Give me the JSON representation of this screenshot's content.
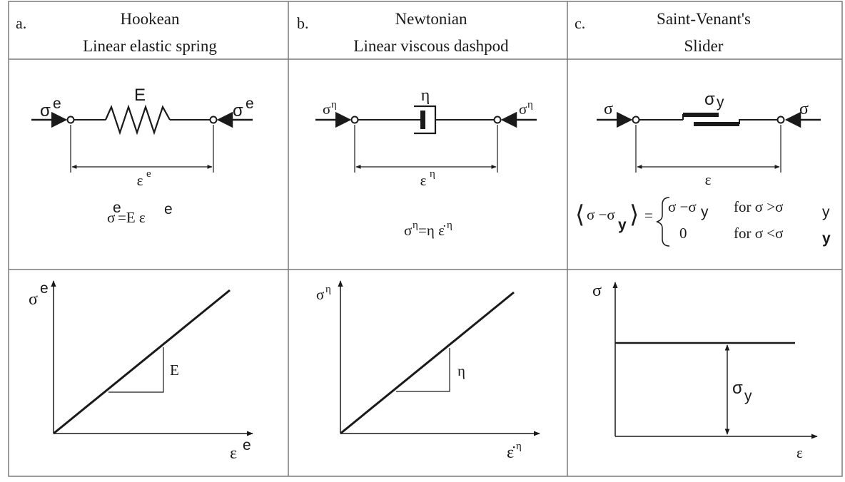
{
  "colors": {
    "line": "#1a1a1a",
    "grid": "#7a7a7a",
    "header_bg": "#f3f3f3"
  },
  "panels": [
    {
      "letter": "a.",
      "title_line1": "Hookean",
      "title_line2": "Linear elastic spring",
      "element_label": "E",
      "stress_left": "σ",
      "stress_left_sup": "e",
      "stress_right": "σ",
      "stress_right_sup": "e",
      "strain_label": "ε",
      "strain_sup": "e",
      "equation_left": "σ",
      "equation_left_sup": "e",
      "equation_mid": "=E ε",
      "equation_right_sup": "e",
      "plot_y_label": "σ",
      "plot_y_sup": "e",
      "plot_x_label": "ε",
      "plot_x_sup": "e",
      "slope_label": "E"
    },
    {
      "letter": "b.",
      "title_line1": "Newtonian",
      "title_line2": "Linear viscous dashpod",
      "element_label": "η",
      "stress_left": "σ",
      "stress_left_sup": "η",
      "stress_right": "σ",
      "stress_right_sup": "η",
      "strain_label": "ε",
      "strain_sup": "η",
      "equation": "σ",
      "equation_sup": "η",
      "equation_mid": "=η ε̇",
      "equation_right_sup": "η",
      "plot_y_label": "σ",
      "plot_y_sup": "η",
      "plot_x_label": "ε̇",
      "plot_x_sup": "η",
      "slope_label": "η"
    },
    {
      "letter": "c.",
      "title_line1": "Saint-Venant's",
      "title_line2": "Slider",
      "element_label": "σ",
      "element_label_sub": "y",
      "stress_left": "σ",
      "stress_right": "σ",
      "strain_label": "ε",
      "eq_lhs_a": "σ −σ",
      "eq_lhs_sub": "y",
      "eq_case1_expr": "σ −σ",
      "eq_case1_sub": "y",
      "eq_case1_cond": "for   σ >σ",
      "eq_case1_cond_sub": "y",
      "eq_case2_expr": "0",
      "eq_case2_cond": "for   σ <σ",
      "eq_case2_cond_sub": "y",
      "plot_y_label": "σ",
      "plot_x_label": "ε",
      "level_label": "σ",
      "level_label_sub": "y"
    }
  ]
}
